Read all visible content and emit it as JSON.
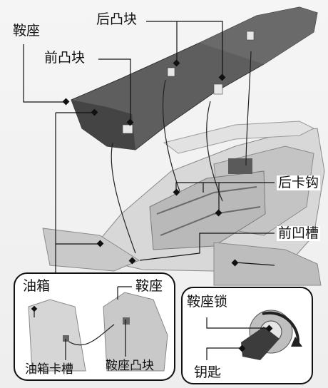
{
  "labels": {
    "seat": "鞍座",
    "rear_tabs": "后凸块",
    "front_tab": "前凸块",
    "rear_hooks": "后卡钩",
    "front_recess": "前凹槽",
    "fuel_tank": "油箱",
    "seat_inset": "鞍座",
    "fuel_tank_slot": "油箱卡槽",
    "seat_tab": "鞍座凸块",
    "seat_lock": "鞍座锁",
    "key": "钥匙"
  },
  "colors": {
    "seat": "#5a5a5a",
    "seat_dark": "#3c3c3c",
    "frame": "#cfcfcf",
    "frame_dark": "#9a9a9a",
    "leader": "#111111"
  }
}
